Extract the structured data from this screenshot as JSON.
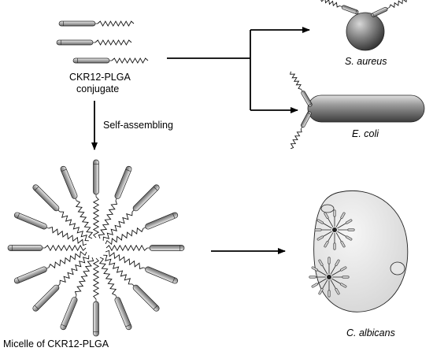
{
  "labels": {
    "conjugate_line1": "CKR12-PLGA",
    "conjugate_line2": "conjugate",
    "self_assembling": "Self-assembling",
    "micelle": "Micelle of CKR12-PLGA",
    "s_aureus": "S. aureus",
    "e_coli": "E. coli",
    "c_albicans": "C. albicans"
  },
  "colors": {
    "line": "#000000",
    "rod_fill": "#cfcfcf",
    "sphere_dark": "#3a3a3a",
    "sphere_light": "#bdbdbd",
    "fungus_fill": "#eeeeee"
  }
}
